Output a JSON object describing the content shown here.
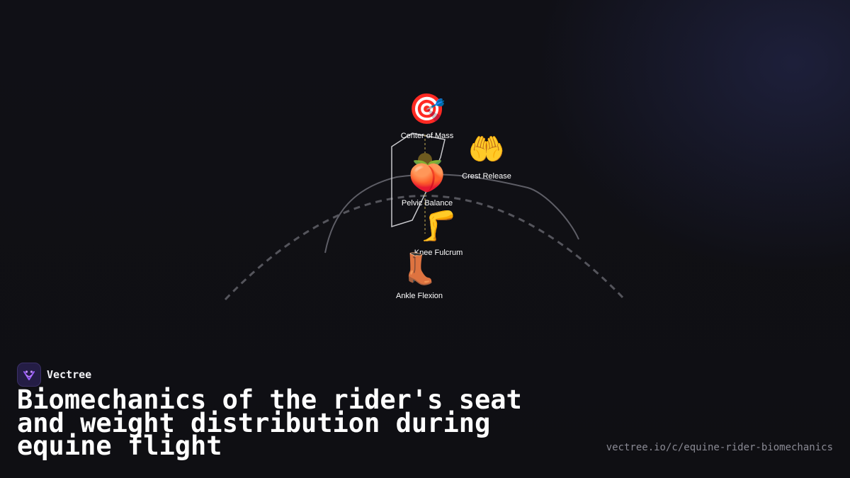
{
  "diagram": {
    "nodes": [
      {
        "id": "center-of-mass",
        "icon": "🎯",
        "icon_name": "target-icon",
        "label": "Center of Mass"
      },
      {
        "id": "crest-release",
        "icon": "🤲",
        "icon_name": "palms-up-hands-icon",
        "label": "Crest Release"
      },
      {
        "id": "pelvic-balance",
        "icon": "🍑",
        "icon_name": "peach-icon",
        "label": "Pelvic Balance"
      },
      {
        "id": "knee-fulcrum",
        "icon": "🦵",
        "icon_name": "leg-icon",
        "label": "Knee Fulcrum"
      },
      {
        "id": "ankle-flexion",
        "icon": "👢",
        "icon_name": "boot-icon",
        "label": "Ankle Flexion"
      }
    ]
  },
  "brand": {
    "name": "Vectree",
    "logo_icon": "vectree-logo-icon",
    "accent_color": "#9b5cff"
  },
  "headline": {
    "title": "Biomechanics of the rider's seat and weight distribution during equine flight",
    "url": "vectree.io/c/equine-rider-biomechanics"
  }
}
